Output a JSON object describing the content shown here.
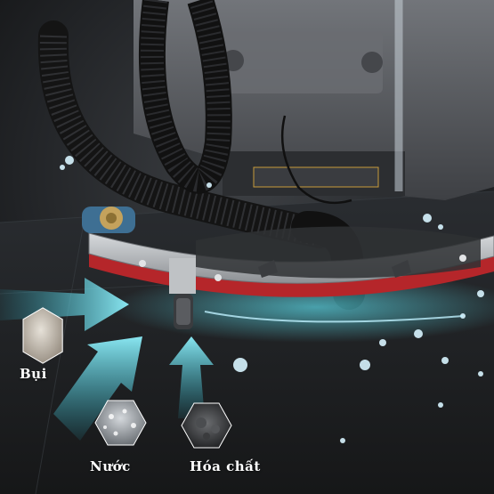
{
  "labels": {
    "dust": "Bụi",
    "water": "Nước",
    "chemical": "Hóa chất"
  },
  "colors": {
    "background": "#1a1c1e",
    "machine_body": "#5a5d61",
    "hose": "#141414",
    "squeegee_frame": "#b9bcbf",
    "squeegee_rubber": "#b5262a",
    "arrow": "#6fe3f0",
    "water_splash": "#d8f4ff",
    "floor_glow": "#38c6dc"
  },
  "icons": {
    "dust": "dust-hexagon-icon",
    "water": "water-droplets-hexagon-icon",
    "chemical": "chemical-residue-hexagon-icon"
  }
}
